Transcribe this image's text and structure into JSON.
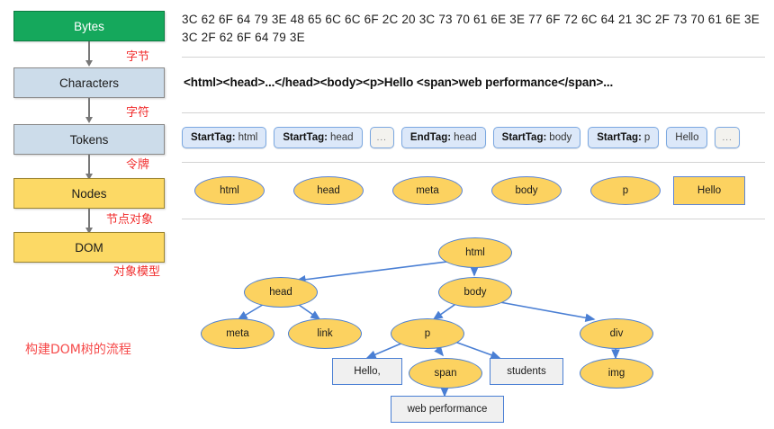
{
  "pipeline": {
    "stages": [
      {
        "label": "Bytes",
        "color": "#15a85c",
        "cn": "字节"
      },
      {
        "label": "Characters",
        "color": "#ccdcea",
        "cn": "字符"
      },
      {
        "label": "Tokens",
        "color": "#ccdcea",
        "cn": "令牌"
      },
      {
        "label": "Nodes",
        "color": "#fcd965",
        "cn": "节点对象"
      },
      {
        "label": "DOM",
        "color": "#fcd965",
        "cn": "对象模型"
      }
    ],
    "caption": "构建DOM树的流程"
  },
  "bytes_row": {
    "hex": "3C 62 6F 64 79 3E 48 65 6C 6C 6F 2C 20 3C 73 70 61 6E 3E 77 6F 72 6C 64 21 3C 2F 73 70 61 6E 3E 3C 2F 62 6F 64 79 3E"
  },
  "characters_row": {
    "markup": "<html><head>...</head><body><p>Hello <span>web performance</span>..."
  },
  "tokens_row": {
    "tokens": [
      {
        "kind": "StartTag:",
        "value": "html",
        "ellipsis": false
      },
      {
        "kind": "StartTag:",
        "value": "head",
        "ellipsis": false
      },
      {
        "kind": "",
        "value": "...",
        "ellipsis": true
      },
      {
        "kind": "EndTag:",
        "value": "head",
        "ellipsis": false
      },
      {
        "kind": "StartTag:",
        "value": "body",
        "ellipsis": false
      },
      {
        "kind": "StartTag:",
        "value": "p",
        "ellipsis": false
      },
      {
        "kind": "",
        "value": "Hello",
        "ellipsis": false
      },
      {
        "kind": "",
        "value": "...",
        "ellipsis": true
      }
    ]
  },
  "nodes_row": {
    "nodes": [
      {
        "label": "html",
        "shape": "ellipse"
      },
      {
        "label": "head",
        "shape": "ellipse"
      },
      {
        "label": "meta",
        "shape": "ellipse"
      },
      {
        "label": "body",
        "shape": "ellipse"
      },
      {
        "label": "p",
        "shape": "ellipse"
      },
      {
        "label": "Hello",
        "shape": "note"
      }
    ]
  },
  "dom_tree": {
    "nodes": [
      {
        "id": "html",
        "label": "html",
        "type": "element"
      },
      {
        "id": "head",
        "label": "head",
        "type": "element"
      },
      {
        "id": "body",
        "label": "body",
        "type": "element"
      },
      {
        "id": "meta",
        "label": "meta",
        "type": "element"
      },
      {
        "id": "link",
        "label": "link",
        "type": "element"
      },
      {
        "id": "p",
        "label": "p",
        "type": "element"
      },
      {
        "id": "div",
        "label": "div",
        "type": "element"
      },
      {
        "id": "hello",
        "label": "Hello,",
        "type": "text"
      },
      {
        "id": "span",
        "label": "span",
        "type": "element"
      },
      {
        "id": "stud",
        "label": "students",
        "type": "text"
      },
      {
        "id": "img",
        "label": "img",
        "type": "element"
      },
      {
        "id": "webperf",
        "label": "web performance",
        "type": "text"
      }
    ],
    "edges": [
      [
        "html",
        "head"
      ],
      [
        "html",
        "body"
      ],
      [
        "head",
        "meta"
      ],
      [
        "head",
        "link"
      ],
      [
        "body",
        "p"
      ],
      [
        "body",
        "div"
      ],
      [
        "p",
        "hello"
      ],
      [
        "p",
        "span"
      ],
      [
        "p",
        "stud"
      ],
      [
        "div",
        "img"
      ],
      [
        "span",
        "webperf"
      ]
    ]
  },
  "colors": {
    "green": "#15a85c",
    "blue": "#ccdcea",
    "amber": "#fcd965",
    "node_fill": "#fcd260",
    "node_stroke": "#4a7fd4",
    "annotation_red": "#f12d2d",
    "token_fill": "#dce8f9",
    "token_stroke": "#7aa7e0"
  }
}
